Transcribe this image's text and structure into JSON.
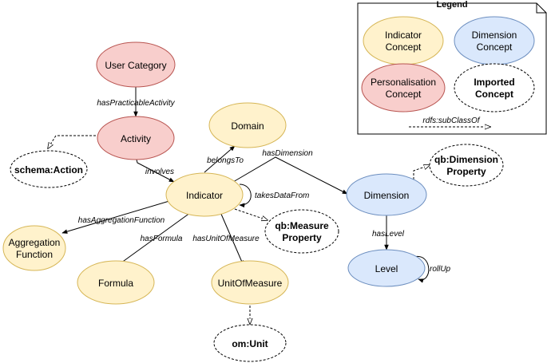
{
  "legend": {
    "title": "Legend",
    "indicator_concept": [
      "Indicator",
      "Concept"
    ],
    "dimension_concept": [
      "Dimension",
      "Concept"
    ],
    "personalisation_concept": [
      "Personalisation",
      "Concept"
    ],
    "imported_concept": [
      "Imported",
      "Concept"
    ],
    "subclass_label": "rdfs:subClassOf"
  },
  "colors": {
    "indicator_fill": "#fff2cc",
    "indicator_stroke": "#d6b656",
    "dimension_fill": "#dae8fc",
    "dimension_stroke": "#6c8ebf",
    "personalisation_fill": "#f8cecc",
    "personalisation_stroke": "#b85450",
    "imported_fill": "#ffffff",
    "imported_stroke": "#000000"
  },
  "nodes": {
    "user_category": [
      "User Category"
    ],
    "activity": [
      "Activity"
    ],
    "schema_action": [
      "schema:Action"
    ],
    "domain": [
      "Domain"
    ],
    "indicator": [
      "Indicator"
    ],
    "aggregation_function": [
      "Aggregation",
      "Function"
    ],
    "formula": [
      "Formula"
    ],
    "unit_of_measure": [
      "UnitOfMeasure"
    ],
    "om_unit": [
      "om:Unit"
    ],
    "qb_measure_property": [
      "qb:Measure",
      "Property"
    ],
    "dimension": [
      "Dimension"
    ],
    "qb_dimension_property": [
      "qb:Dimension",
      "Property"
    ],
    "level": [
      "Level"
    ]
  },
  "edges": {
    "has_practicable_activity": "hasPracticableActivity",
    "involves": "involves",
    "belongs_to": "belongsTo",
    "has_dimension": "hasDimension",
    "takes_data_from": "takesDataFrom",
    "has_aggregation_function": "hasAggregationFunction",
    "has_formula": "hasFormula",
    "has_unit_of_measure": "hasUnitOfMeasure",
    "has_level": "hasLevel",
    "roll_up": "rollUp"
  }
}
